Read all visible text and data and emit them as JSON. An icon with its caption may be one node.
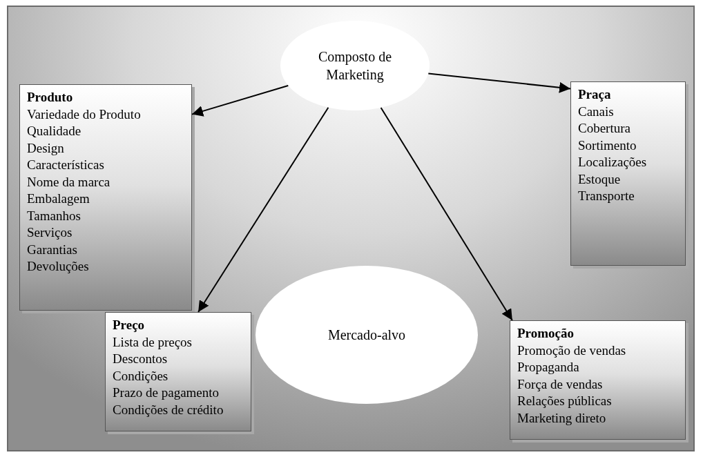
{
  "diagram": {
    "nodes": [
      {
        "text": [
          "Composto de Marketing"
        ]
      },
      {
        "text": [
          "Produto",
          "Variedade do Produto",
          "Qualidade",
          "Design",
          "Características",
          "Nome da marca",
          "Embalagem",
          "Tamanhos",
          "Serviços",
          "Garantias",
          "Devoluções"
        ]
      },
      {
        "text": [
          "Praça",
          "Canais",
          "Cobertura",
          "Sortimento",
          "Localizações",
          "Estoque",
          "Transporte"
        ]
      },
      {
        "text": [
          "Mercado-alvo"
        ]
      },
      {
        "text": [
          "Preço",
          "Lista de preços",
          "Descontos",
          "Condições",
          "Prazo de pagamento",
          "Condições de crédito"
        ]
      },
      {
        "text": [
          "Promoção",
          "Promoção de vendas",
          "Propaganda",
          "Força de vendas",
          "Relações públicas",
          "Marketing direto"
        ]
      }
    ],
    "edges": [
      {
        "from": 0,
        "to": 1,
        "arrow": "to"
      },
      {
        "from": 0,
        "to": 2,
        "arrow": "to"
      },
      {
        "from": 0,
        "to": 4,
        "arrow": "to"
      },
      {
        "from": 0,
        "to": 5,
        "arrow": "to"
      }
    ]
  }
}
